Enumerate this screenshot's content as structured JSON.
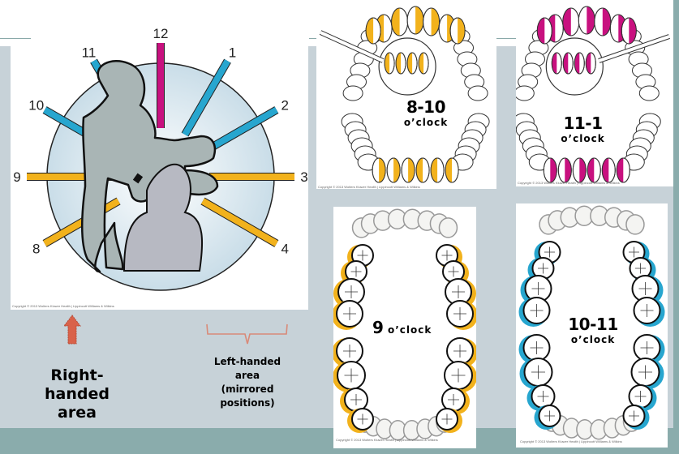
{
  "colors": {
    "slide_body": "#c7d2d8",
    "slide_footer": "#8aacac",
    "rule": "#8aa9a9",
    "yellow_zone": "#f2b21c",
    "blue_zone": "#27a6cf",
    "magenta_zone": "#c8117f",
    "circle_fill": "#d7e5ee",
    "arrow": "#d9624a",
    "bracket": "#d98a78",
    "operator": "#a9b5b5",
    "patient": "#b7b9c2"
  },
  "clock_diagram": {
    "positions": [
      {
        "label": "12",
        "zone": "magenta"
      },
      {
        "label": "1",
        "zone": "blue"
      },
      {
        "label": "2",
        "zone": "blue"
      },
      {
        "label": "3",
        "zone": "yellow"
      },
      {
        "label": "4",
        "zone": "yellow"
      },
      {
        "label": "8",
        "zone": "yellow"
      },
      {
        "label": "9",
        "zone": "yellow"
      },
      {
        "label": "10",
        "zone": "blue"
      },
      {
        "label": "11",
        "zone": "blue"
      }
    ],
    "copyright": "Copyright © 2013 Wolters Kluwer Health | Lippincott Williams & Wilkins"
  },
  "panels": {
    "p810": {
      "number": "8-10",
      "suffix": "o’clock",
      "copyright": "Copyright © 2013 Wolters Kluwer Health | Lippincott Williams & Wilkins"
    },
    "p111": {
      "number": "11-1",
      "suffix": "o’clock",
      "copyright": "Copyright © 2013 Wolters Kluwer Health | Lippincott Williams & Wilkins"
    },
    "p9": {
      "number": "9",
      "suffix": "o’clock",
      "copyright": "Copyright © 2013 Wolters Kluwer Health | Lippincott Williams & Wilkins"
    },
    "p1011": {
      "number": "10-11",
      "suffix": "o’clock",
      "copyright": "Copyright © 2013 Wolters Kluwer Health | Lippincott Williams & Wilkins"
    }
  },
  "annotations": {
    "right_handed": [
      "Right-",
      "handed",
      "area"
    ],
    "left_handed": [
      "Left-handed",
      "area",
      "(mirrored",
      "positions)"
    ]
  }
}
